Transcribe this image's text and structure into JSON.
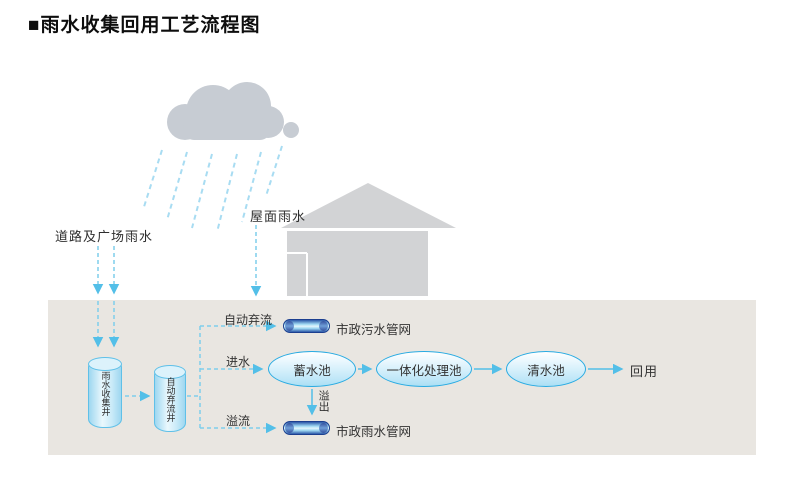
{
  "title": {
    "bullet": "■",
    "text": "雨水收集回用工艺流程图"
  },
  "sources": {
    "road": "道路及广场雨水",
    "roof": "屋面雨水"
  },
  "wells": {
    "collection": "雨水收集井",
    "discard": "自动弃流井"
  },
  "flow_labels": {
    "auto_discard": "自动弃流",
    "inlet": "进水",
    "overflow_branch": "溢流",
    "overflow_down": "溢出"
  },
  "tanks": {
    "storage": "蓄水池",
    "treatment": "一体化处理池",
    "clean": "清水池"
  },
  "networks": {
    "sewage": "市政污水管网",
    "rain": "市政雨水管网"
  },
  "reuse_label": "回用",
  "colors": {
    "accent_blue": "#29abe2",
    "dashed_line": "#7fcdec",
    "cloud_gray": "#c7ccd3",
    "house_gray": "#d2d3d5",
    "ground": "#e9e6e1",
    "pipe_navy": "#2b57a8"
  }
}
